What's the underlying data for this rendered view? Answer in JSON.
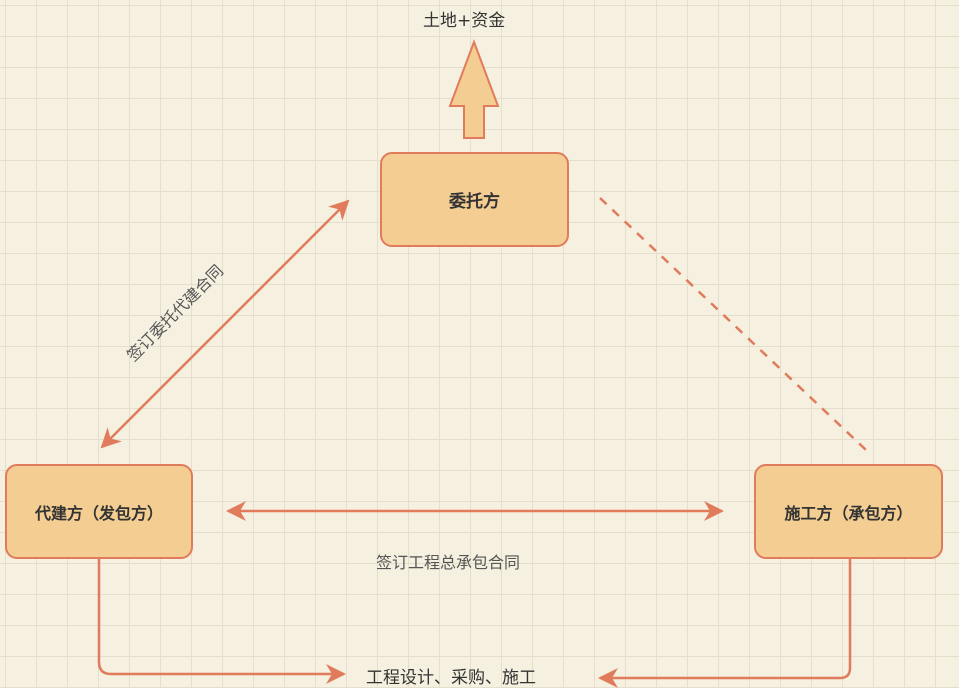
{
  "nodes": {
    "client": "委托方",
    "agent": "代建方（发包方）",
    "contractor": "施工方（承包方）"
  },
  "labels": {
    "top": "土地+资金",
    "agency_contract": "签订委托代建合同",
    "general_contract": "签订工程总承包合同",
    "bottom": "工程设计、采购、施工"
  },
  "colors": {
    "fill": "#f3cd91",
    "stroke": "#e07b5c"
  }
}
